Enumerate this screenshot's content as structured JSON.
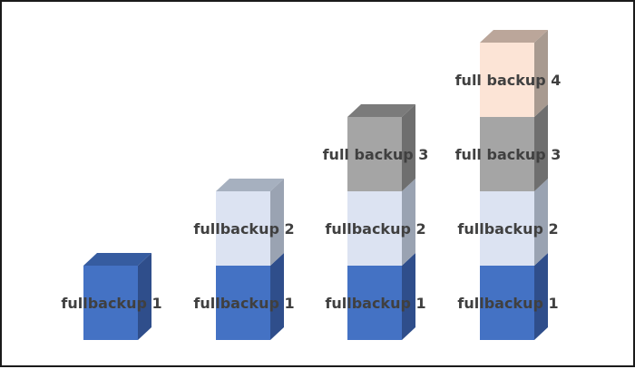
{
  "colors": {
    "backup1": {
      "front": "#4472C4",
      "top": "#365CA0",
      "side": "#2F4E8B"
    },
    "backup2": {
      "front": "#DCE3F2",
      "top": "#A6B0BF",
      "side": "#9AA3B2"
    },
    "backup3": {
      "front": "#A5A5A5",
      "top": "#7B7B7B",
      "side": "#6F6F6F"
    },
    "backup4": {
      "front": "#FCE4D6",
      "top": "#BBA69A",
      "side": "#A89A90"
    }
  },
  "stacks": [
    {
      "blocks": [
        {
          "label": "fullbackup 1",
          "color": "backup1"
        }
      ]
    },
    {
      "blocks": [
        {
          "label": "fullbackup 1",
          "color": "backup1"
        },
        {
          "label": "fullbackup 2",
          "color": "backup2"
        }
      ]
    },
    {
      "blocks": [
        {
          "label": "fullbackup 1",
          "color": "backup1"
        },
        {
          "label": "fullbackup 2",
          "color": "backup2"
        },
        {
          "label": "full backup 3",
          "color": "backup3"
        }
      ]
    },
    {
      "blocks": [
        {
          "label": "fullbackup 1",
          "color": "backup1"
        },
        {
          "label": "fullbackup 2",
          "color": "backup2"
        },
        {
          "label": "full backup 3",
          "color": "backup3"
        },
        {
          "label": "full backup 4",
          "color": "backup4"
        }
      ]
    }
  ]
}
